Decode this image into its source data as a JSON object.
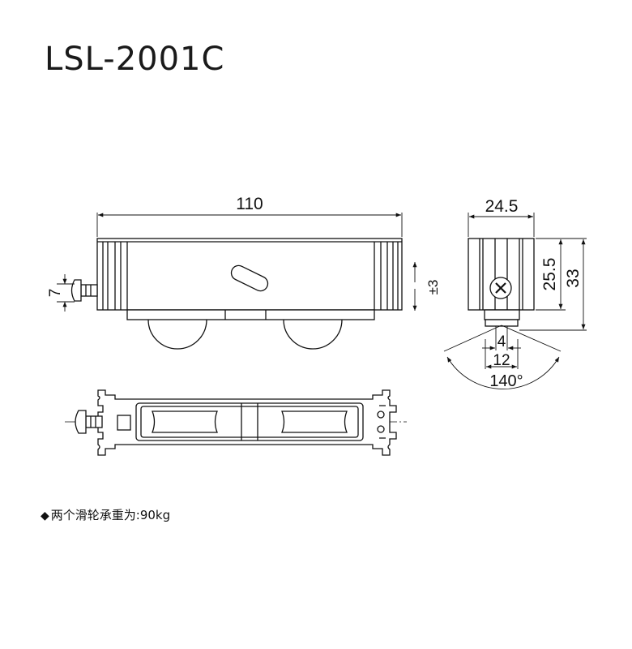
{
  "title": "LSL-2001C",
  "dimensions": {
    "length": "110",
    "width": "24.5",
    "height_body": "25.5",
    "height_total": "33",
    "adjust": "±3",
    "screw_height": "7",
    "wheel_width": "4",
    "wheel_span": "12",
    "angle": "140°"
  },
  "note": {
    "bullet": "◆",
    "text": "两个滑轮承重为:90kg"
  }
}
